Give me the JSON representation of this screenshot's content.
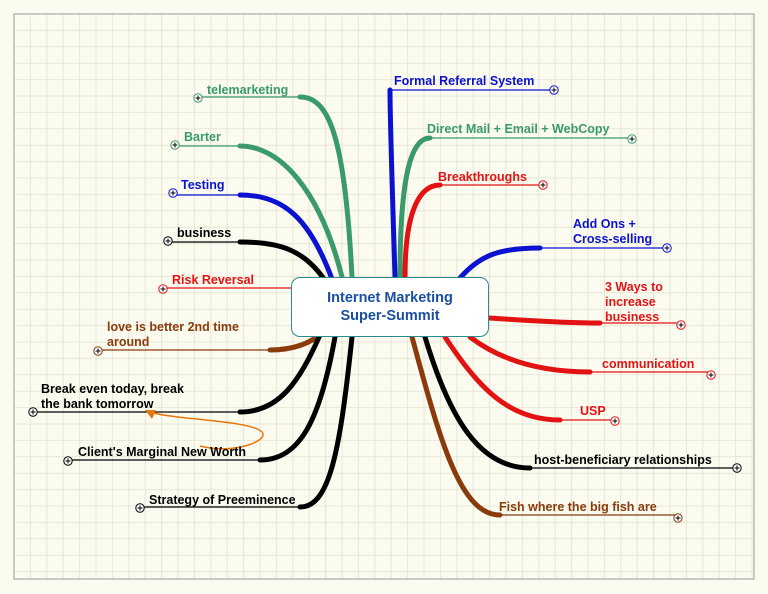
{
  "center": {
    "title": "Internet  Marketing\nSuper-Summit"
  },
  "colors": {
    "green": "#3a9a6a",
    "blue": "#0b12d0",
    "black": "#000000",
    "red": "#e31313",
    "brown": "#8a3b0c",
    "orange": "#e8760e",
    "grid": "#e7e7d8",
    "background": "#fbfbf0"
  },
  "branches": [
    {
      "id": "telemarketing",
      "label": "telemarketing",
      "color": "green",
      "side": "left",
      "expand_icon": "plus-circle-icon"
    },
    {
      "id": "barter",
      "label": "Barter",
      "color": "green",
      "side": "left",
      "expand_icon": "plus-circle-icon"
    },
    {
      "id": "testing",
      "label": "Testing",
      "color": "blue",
      "side": "left",
      "expand_icon": "plus-circle-icon"
    },
    {
      "id": "business",
      "label": "business",
      "color": "black",
      "side": "left",
      "expand_icon": "plus-circle-icon"
    },
    {
      "id": "risk-reversal",
      "label": "Risk Reversal",
      "color": "red",
      "side": "left",
      "expand_icon": "plus-circle-icon"
    },
    {
      "id": "love-2nd-time",
      "label": "love is better 2nd time\naround",
      "color": "brown",
      "side": "left",
      "expand_icon": "plus-circle-icon"
    },
    {
      "id": "break-even",
      "label": "Break even today, break\nthe bank tomorrow",
      "color": "black",
      "side": "left",
      "expand_icon": "plus-circle-icon"
    },
    {
      "id": "marginal-net-worth",
      "label": "Client's Marginal New Worth",
      "color": "black",
      "side": "left",
      "expand_icon": "plus-circle-icon"
    },
    {
      "id": "preeminence",
      "label": "Strategy of Preeminence",
      "color": "black",
      "side": "left",
      "expand_icon": "plus-circle-icon"
    },
    {
      "id": "formal-referral",
      "label": "Formal Referral System",
      "color": "blue",
      "side": "right",
      "expand_icon": "plus-circle-icon"
    },
    {
      "id": "direct-mail",
      "label": "Direct Mail + Email + WebCopy",
      "color": "green",
      "side": "right",
      "expand_icon": "plus-circle-icon"
    },
    {
      "id": "breakthroughs",
      "label": "Breakthroughs",
      "color": "red",
      "side": "right",
      "expand_icon": "plus-circle-icon"
    },
    {
      "id": "add-ons",
      "label": "Add Ons +\nCross-selling",
      "color": "blue",
      "side": "right",
      "expand_icon": "plus-circle-icon"
    },
    {
      "id": "three-ways",
      "label": "3 Ways to\nincrease\nbusiness",
      "color": "red",
      "side": "right",
      "expand_icon": "plus-circle-icon"
    },
    {
      "id": "communication",
      "label": "communication",
      "color": "red",
      "side": "right",
      "expand_icon": "plus-circle-icon"
    },
    {
      "id": "usp",
      "label": "USP",
      "color": "red",
      "side": "right",
      "expand_icon": "plus-circle-icon"
    },
    {
      "id": "host-beneficiary",
      "label": "host-beneficiary relationships",
      "color": "black",
      "side": "right",
      "expand_icon": "plus-circle-icon"
    },
    {
      "id": "big-fish",
      "label": "Fish where the big fish are",
      "color": "brown",
      "side": "right",
      "expand_icon": "plus-circle-icon"
    }
  ],
  "relationship": {
    "from": "marginal-net-worth",
    "to": "break-even",
    "color": "orange",
    "arrow_icon": "arrow-head-icon"
  }
}
